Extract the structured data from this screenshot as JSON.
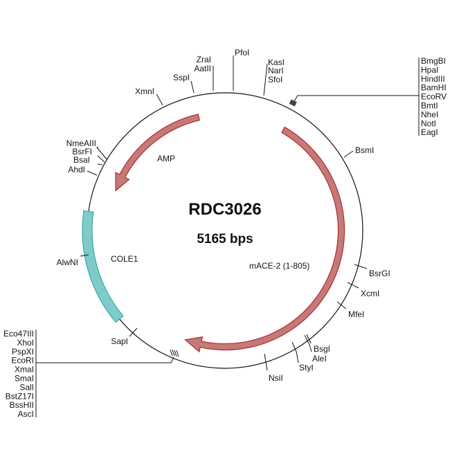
{
  "plasmid": {
    "name": "RDC3026",
    "size": "5165 bps"
  },
  "features": {
    "amp": {
      "label": "AMP",
      "color": "#c47a78",
      "stroke": "#b22a2a"
    },
    "mace2": {
      "label": "mACE-2 (1-805)",
      "color": "#c47a78",
      "stroke": "#b22a2a"
    },
    "cole1": {
      "label": "COLE1",
      "color": "#7ecbc9",
      "stroke": "#3aa9a5"
    }
  },
  "sites": {
    "pfoi": "PfoI",
    "zrai": "ZraI",
    "aatii": "AatII",
    "sspi": "SspI",
    "xmni": "XmnI",
    "kasi": "KasI",
    "nari": "NarI",
    "sfoi": "SfoI",
    "nmeaiii": "NmeAIII",
    "bsrfi": "BsrFI",
    "bsai": "BsaI",
    "ahdi": "AhdI",
    "alwni": "AlwNI",
    "sapi": "SapI",
    "bsmi": "BsmI",
    "bsrgi": "BsrGI",
    "xcmi": "XcmI",
    "mfei": "MfeI",
    "bsgi": "BsgI",
    "alei": "AleI",
    "styi": "StyI",
    "nsii": "NsiI"
  },
  "mcs_top": [
    "BmgBI",
    "HpaI",
    "HindIII",
    "BamHI",
    "EcoRV",
    "BmtI",
    "NheI",
    "NotI",
    "EagI"
  ],
  "mcs_bottom": [
    "Eco47III",
    "XhoI",
    "PspXI",
    "EcoRI",
    "XmaI",
    "SmaI",
    "SalI",
    "BstZ17I",
    "BssHII",
    "AscI"
  ]
}
